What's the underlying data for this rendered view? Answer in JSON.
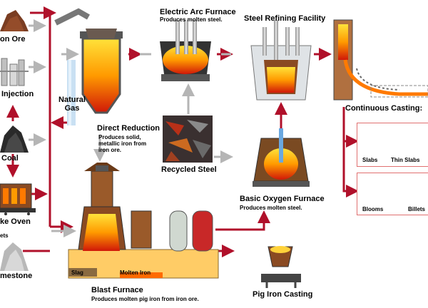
{
  "labels": {
    "iron_ore": "on Ore",
    "injection": "Injection",
    "coal": "Coal",
    "coke_oven": "ke Oven",
    "limestone": "mestone",
    "pellets_fragment": "ets",
    "natural_gas": "Natural Gas",
    "direct_reduction": "Direct Reduction",
    "direct_reduction_desc": "Produces solid, metallic iron from iron ore.",
    "electric_arc_furnace": "Electric Arc Furnace",
    "electric_arc_furnace_desc": "Produces molten steel.",
    "steel_refining": "Steel Refining Facility",
    "continuous_casting": "Continuous Casting:",
    "slabs": "Slabs",
    "thin_slabs": "Thin Slabs",
    "blooms": "Blooms",
    "billets": "Billets",
    "recycled_steel": "Recycled Steel",
    "basic_oxygen_furnace": "Basic Oxygen Furnace",
    "basic_oxygen_furnace_desc": "Produces molten steel.",
    "blast_furnace": "Blast Furnace",
    "blast_furnace_desc": "Produces molten pig iron from iron ore.",
    "slag": "Slag",
    "molten_iron": "Molten Iron",
    "pig_iron_casting": "Pig Iron Casting"
  },
  "colors": {
    "flow_red": "#b0102a",
    "flow_gray": "#b5b5b5",
    "molten": "#ff8a00",
    "furnace_brown": "#9a5a2a"
  }
}
